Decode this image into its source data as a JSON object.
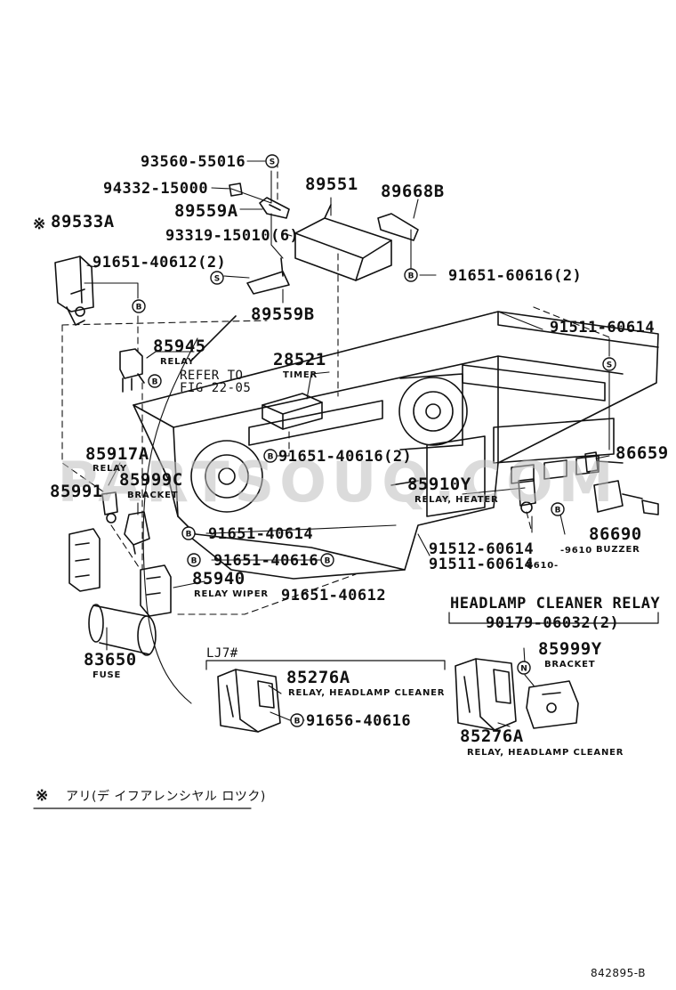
{
  "labels": {
    "p93560": "93560-55016",
    "p94332": "94332-15000",
    "p89551": "89551",
    "p89668B": "89668B",
    "p89559A": "89559A",
    "p93319": "93319-15010(6)",
    "mark_89533A": "※",
    "p89533A": "89533A",
    "p91651_40612_2": "91651-40612(2)",
    "p91651_60616_2": "91651-60616(2)",
    "p89559B": "89559B",
    "p91511_60614_top": "91511-60614",
    "p85945": "85945",
    "relay_85945": "RELAY",
    "refer_to": "REFER TO",
    "fig": "FIG 22-05",
    "p28521": "28521",
    "timer": "TIMER",
    "p91651_40616_2": "91651-40616(2)",
    "p86659": "86659",
    "p85917A": "85917A",
    "relay_85917A": "RELAY",
    "p85991": "85991",
    "p85999C": "85999C",
    "bracket_85999C": "BRACKET",
    "p85910Y": "85910Y",
    "relay_heater": "RELAY, HEATER",
    "p91651_40614": "91651-40614",
    "p91651_40616": "91651-40616",
    "p91512_60614": "91512-60614",
    "p9610x": "-9610",
    "p86690": "86690",
    "buzzer": "BUZZER",
    "p91511_60614_low": "91511-60614",
    "p8610": "8610-",
    "p85940": "85940",
    "relay_wiper": "RELAY WIPER",
    "p91651_40612": "91651-40612",
    "hl_title": "HEADLAMP CLEANER RELAY",
    "p90179": "90179-06032(2)",
    "p85999Y": "85999Y",
    "bracket_85999Y": "BRACKET",
    "p83650": "83650",
    "fuse": "FUSE",
    "lj7": "LJ7#",
    "p85276A_l": "85276A",
    "relay_hl_l": "RELAY, HEADLAMP CLEANER",
    "p91656": "91656-40616",
    "p85276A_r": "85276A",
    "relay_hl_r": "RELAY, HEADLAMP CLEANER",
    "note_mark": "※",
    "note_text": "アリ(デ イフアレンシヤル ロツク)",
    "drawing_no": "842895-B",
    "watermark": "PARTSOUQ.COM",
    "S": "S",
    "B": "B",
    "N": "N"
  }
}
